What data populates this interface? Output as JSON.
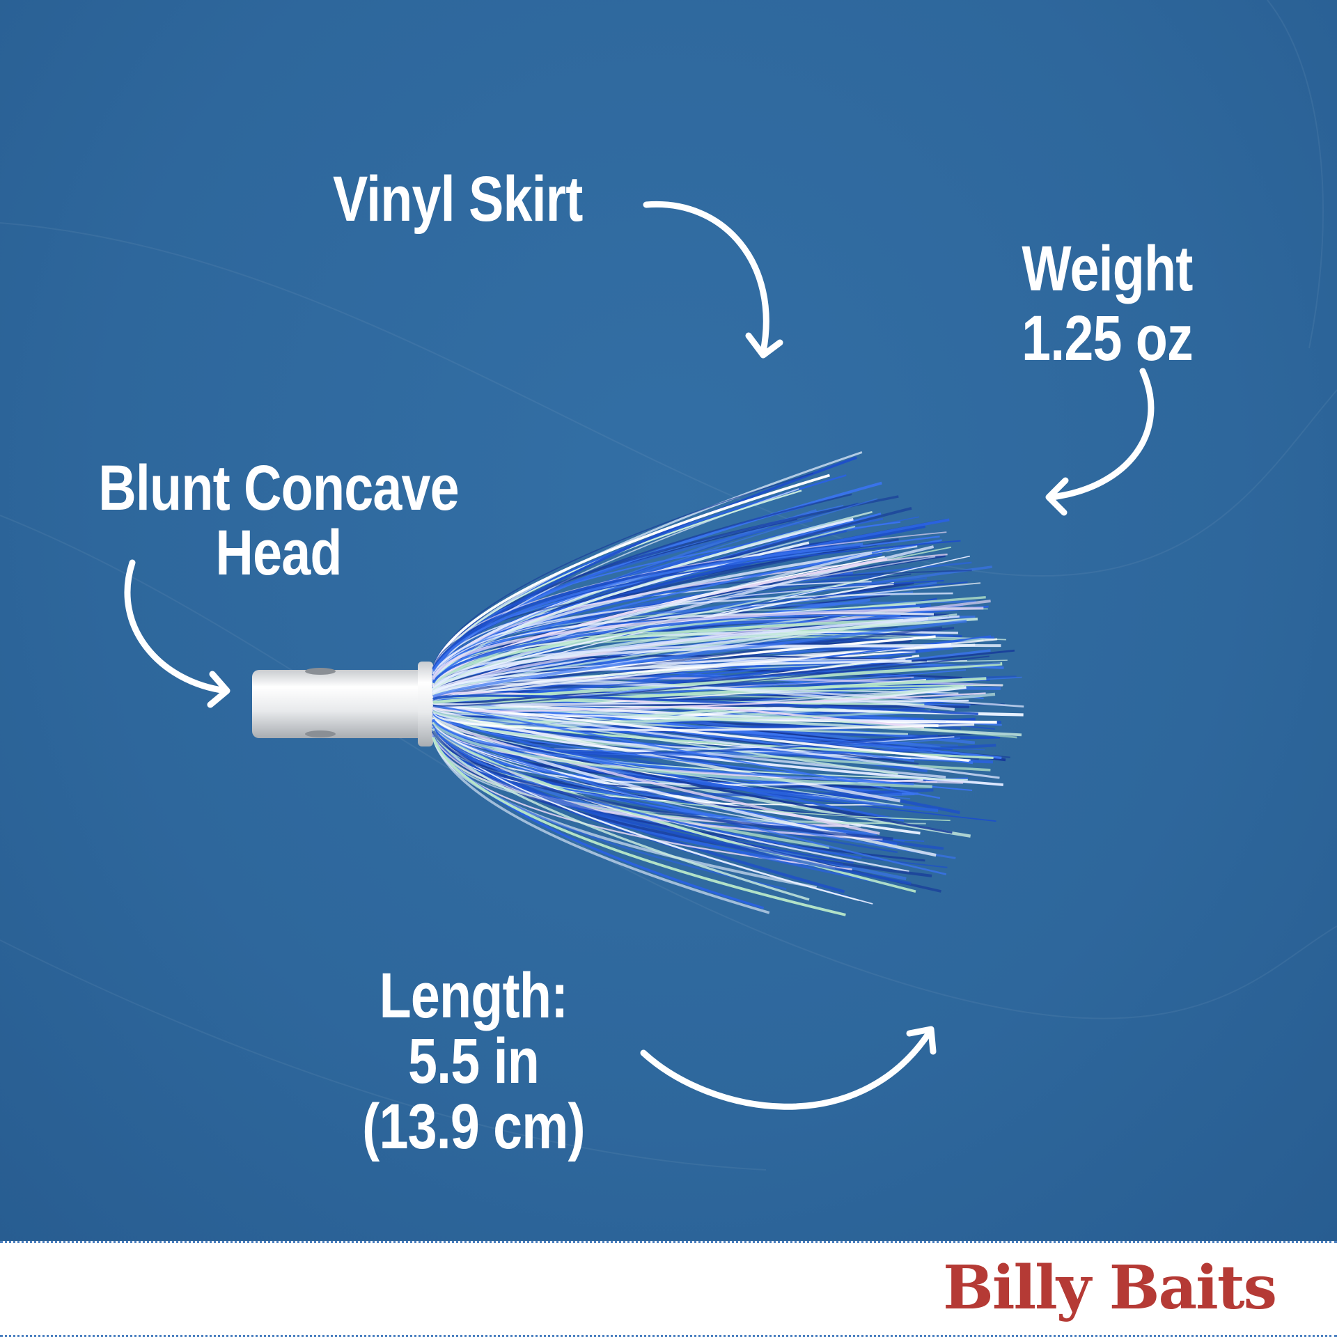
{
  "labels": {
    "vinyl_skirt": "Vinyl Skirt",
    "weight_title": "Weight",
    "weight_value": "1.25 oz",
    "head_line1": "Blunt Concave",
    "head_line2": "Head",
    "length_title": "Length:",
    "length_in": "5.5 in",
    "length_cm": "(13.9 cm)"
  },
  "brand": {
    "logo_text": "Billy Baits",
    "logo_color": "#b53a35"
  },
  "colors": {
    "background": "#2f6aa0",
    "text": "#ffffff"
  }
}
